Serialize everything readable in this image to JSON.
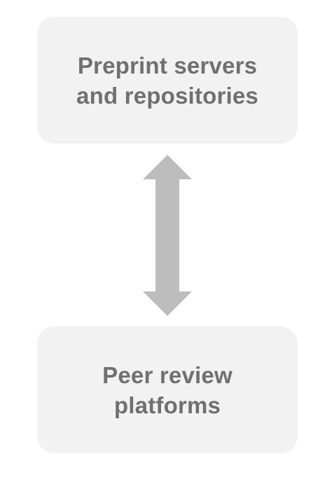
{
  "diagram": {
    "nodes": [
      {
        "id": "top",
        "lines": [
          "Preprint servers",
          "and repositories"
        ]
      },
      {
        "id": "bottom",
        "lines": [
          "Peer review",
          "platforms"
        ]
      }
    ],
    "edges": [
      {
        "from": "top",
        "to": "bottom",
        "direction": "bidirectional"
      }
    ]
  },
  "colors": {
    "box_fill": "#f2f2f2",
    "text": "#707070",
    "arrow": "#bdbdbd"
  }
}
